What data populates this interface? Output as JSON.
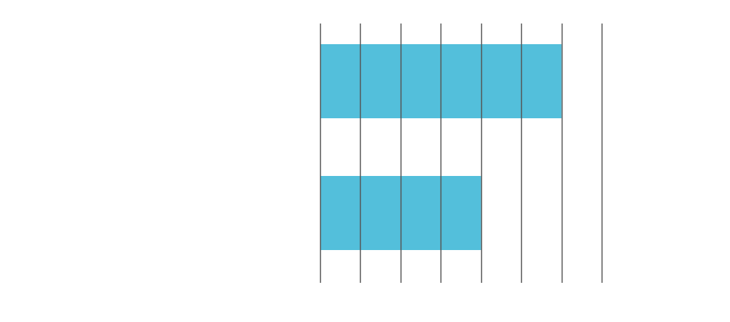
{
  "chart_data": {
    "type": "bar",
    "orientation": "horizontal",
    "categories": [
      "",
      ""
    ],
    "values": [
      6,
      4
    ],
    "xlim": [
      0,
      7
    ],
    "x_gridlines": [
      0,
      1,
      2,
      3,
      4,
      5,
      6,
      7
    ],
    "grid": true,
    "title": "",
    "xlabel": "",
    "ylabel": "",
    "bar_color": "#53bfdb",
    "grid_color": "#555555"
  }
}
